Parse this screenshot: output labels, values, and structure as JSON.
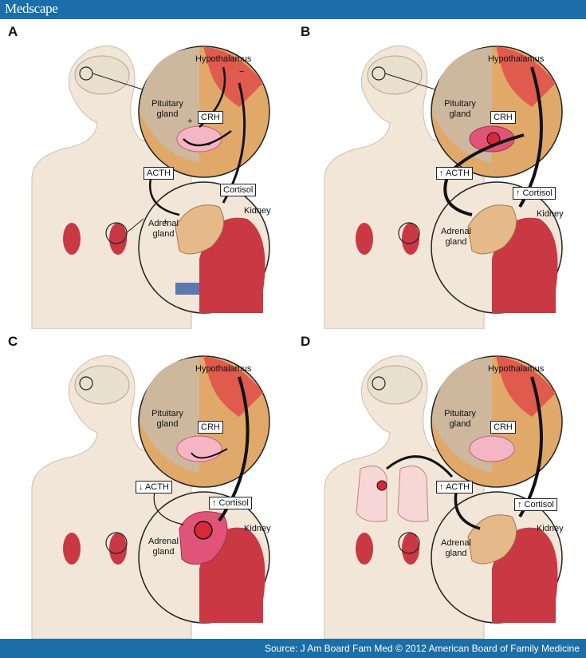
{
  "header": {
    "brand": "Medscape"
  },
  "footer": {
    "source": "Source: J Am Board Fam Med © 2012 American Board of Family Medicine"
  },
  "colors": {
    "bar": "#1b6ea8",
    "skin": "#f2e6d9",
    "tissue": "#e0a96a",
    "kidney": "#c93843",
    "adrenal": "#e6b98a",
    "tumor": "#d8283a"
  },
  "labels": {
    "hypothalamus": "Hypothalamus",
    "pituitary": "Pituitary gland",
    "crh": "CRH",
    "kidney": "Kidney",
    "adrenal": "Adrenal gland"
  },
  "panels": [
    {
      "letter": "A",
      "acth": "ACTH",
      "cortisol": "Cortisol",
      "plus1": "+",
      "plus2": "+",
      "minus1": "−",
      "minus2": "−"
    },
    {
      "letter": "B",
      "acth": "↑ ACTH",
      "cortisol": "↑ Cortisol"
    },
    {
      "letter": "C",
      "acth": "↓ ACTH",
      "cortisol": "↑ Cortisol"
    },
    {
      "letter": "D",
      "acth": "↑ ACTH",
      "cortisol": "↑ Cortisol"
    }
  ]
}
